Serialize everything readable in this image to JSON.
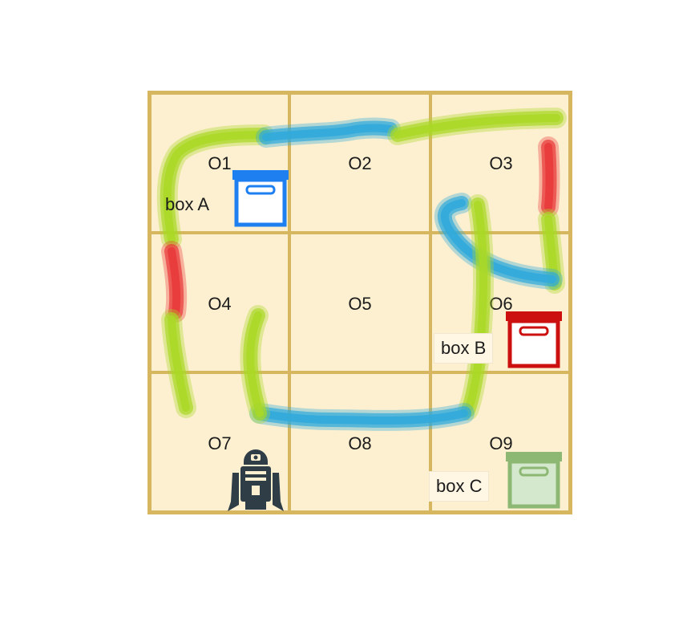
{
  "grid": {
    "background": "#fdf0d0",
    "border_color": "#d6b760",
    "cells": [
      {
        "id": "O1"
      },
      {
        "id": "O2"
      },
      {
        "id": "O3"
      },
      {
        "id": "O4"
      },
      {
        "id": "O5"
      },
      {
        "id": "O6"
      },
      {
        "id": "O7"
      },
      {
        "id": "O8"
      },
      {
        "id": "O9"
      }
    ]
  },
  "boxes": [
    {
      "label": "box A",
      "cell": "O1",
      "color": "#1e7ff0",
      "fill": "none"
    },
    {
      "label": "box B",
      "cell": "O6",
      "color": "#cc0f0f",
      "fill": "none"
    },
    {
      "label": "box C",
      "cell": "O9",
      "color": "#8db873",
      "fill": "#d4e8cd"
    }
  ],
  "robot": {
    "cell": "O7",
    "icon": "robot-icon",
    "color": "#2f3d47"
  },
  "paths": {
    "green": "#a9d826",
    "blue": "#2fa9dc",
    "red": "#e83838"
  }
}
